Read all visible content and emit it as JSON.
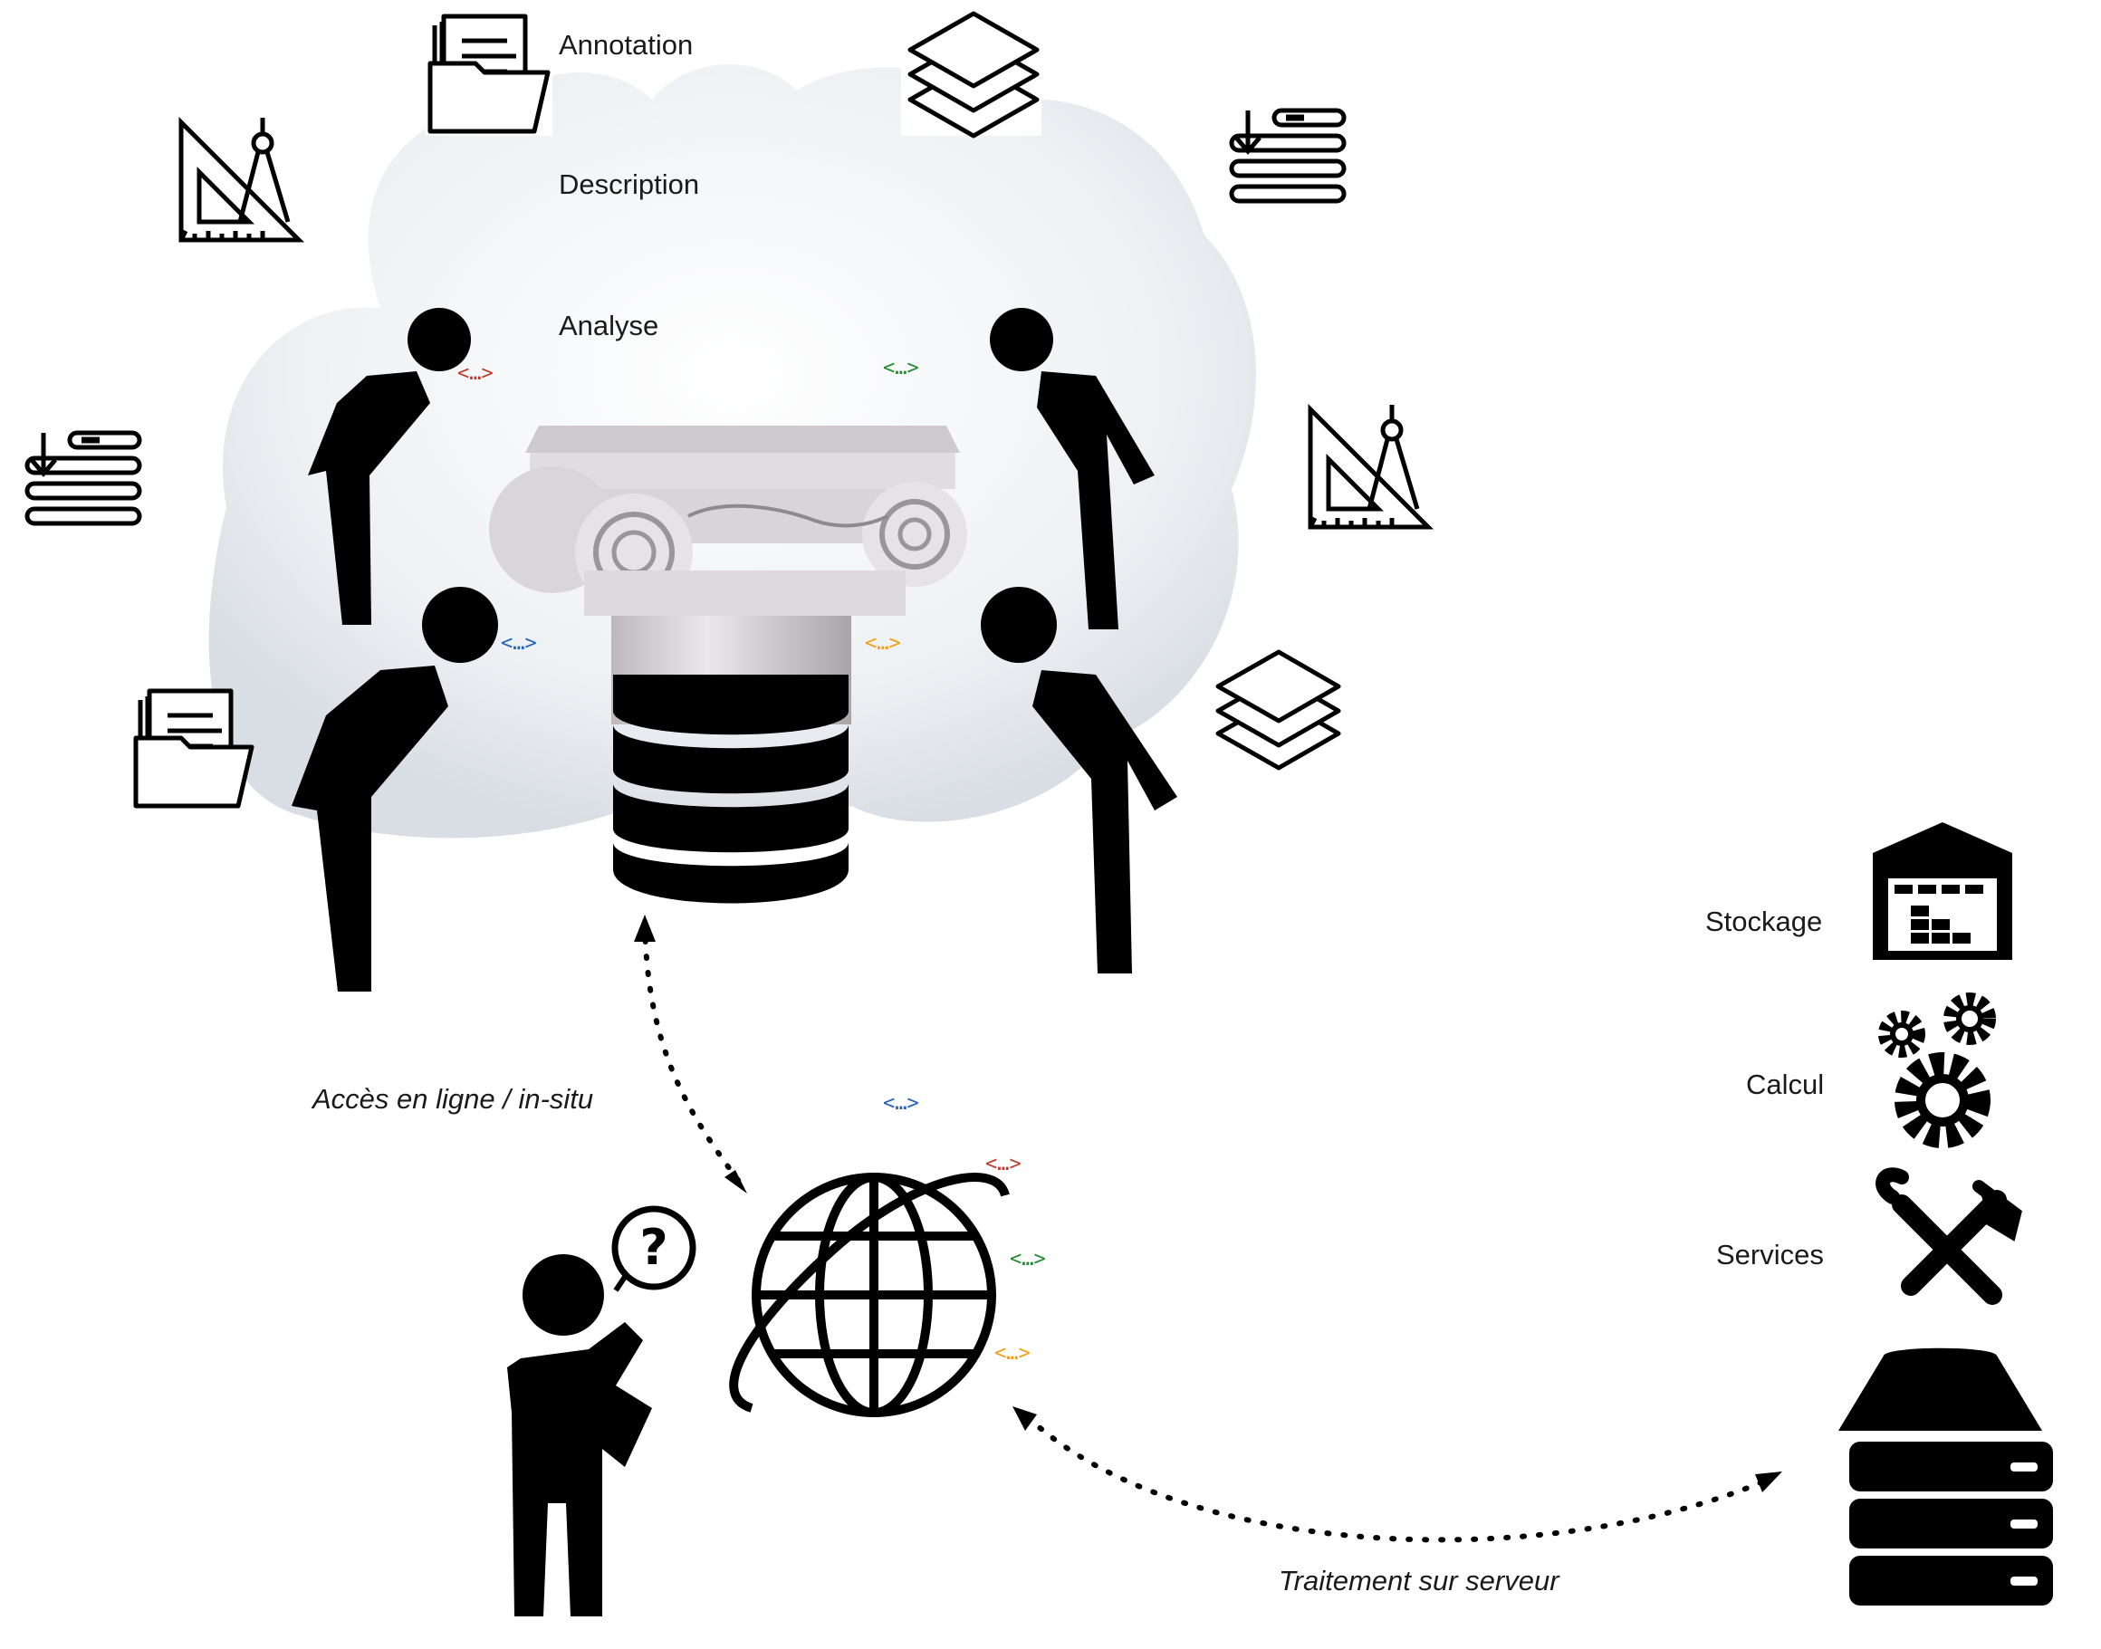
{
  "cloud_labels": {
    "annotation": "Annotation",
    "description": "Description",
    "analyse": "Analyse"
  },
  "access_label": "Accès en ligne / in-situ",
  "server_label": "Traitement sur serveur",
  "server_services": {
    "storage": "Stockage",
    "compute": "Calcul",
    "services": "Services"
  },
  "code_tag": "<…>",
  "colors": {
    "red": "#c0392b",
    "green": "#1e8a2e",
    "blue": "#1f5fbf",
    "orange": "#f39c12",
    "cloud": "#e4e8ed",
    "ink": "#000000"
  },
  "icons": [
    "document-folder-icon",
    "layers-icon",
    "download-list-icon",
    "drafting-tools-icon",
    "person-icon",
    "column-capital-image",
    "database-icon",
    "globe-icon",
    "thinking-person-icon",
    "warehouse-icon",
    "gears-icon",
    "tools-icon",
    "server-icon"
  ]
}
